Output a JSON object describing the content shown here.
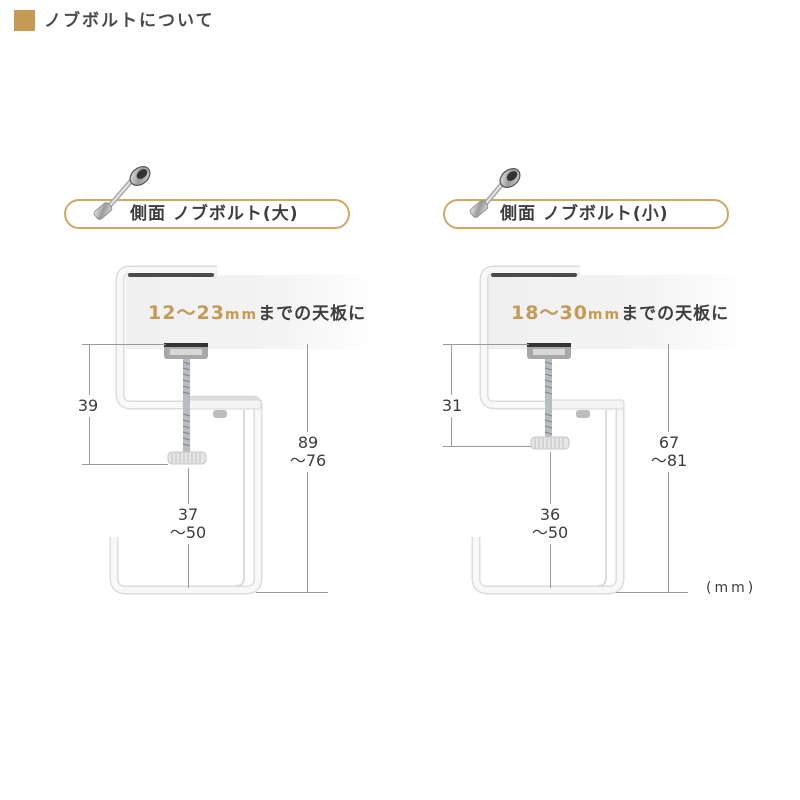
{
  "header": {
    "title": "ノブボルトについて",
    "accent_color": "#c49a55"
  },
  "diagrams": [
    {
      "label": "側面 ノブボルト(大)",
      "icon": "knob-bolt-icon",
      "range": {
        "min": "12",
        "sep": "〜",
        "max": "23",
        "unit": "mm",
        "suffix": "までの天板に"
      },
      "dim_left": "39",
      "dim_middle_top": "37",
      "dim_middle_bottom": "〜50",
      "dim_right_top": "89",
      "dim_right_bottom": "〜76"
    },
    {
      "label": "側面 ノブボルト(小)",
      "icon": "knob-bolt-icon",
      "range": {
        "min": "18",
        "sep": "〜",
        "max": "30",
        "unit": "mm",
        "suffix": "までの天板に"
      },
      "dim_left": "31",
      "dim_middle_top": "36",
      "dim_middle_bottom": "〜50",
      "dim_right_top": "67",
      "dim_right_bottom": "〜81"
    }
  ],
  "unit_note": "(mm)",
  "colors": {
    "accent": "#c49a55",
    "pill_border": "#cfa866",
    "clamp": "#f6f6f6",
    "dim_line": "#9a9a9a",
    "text": "#3c3c3c"
  }
}
